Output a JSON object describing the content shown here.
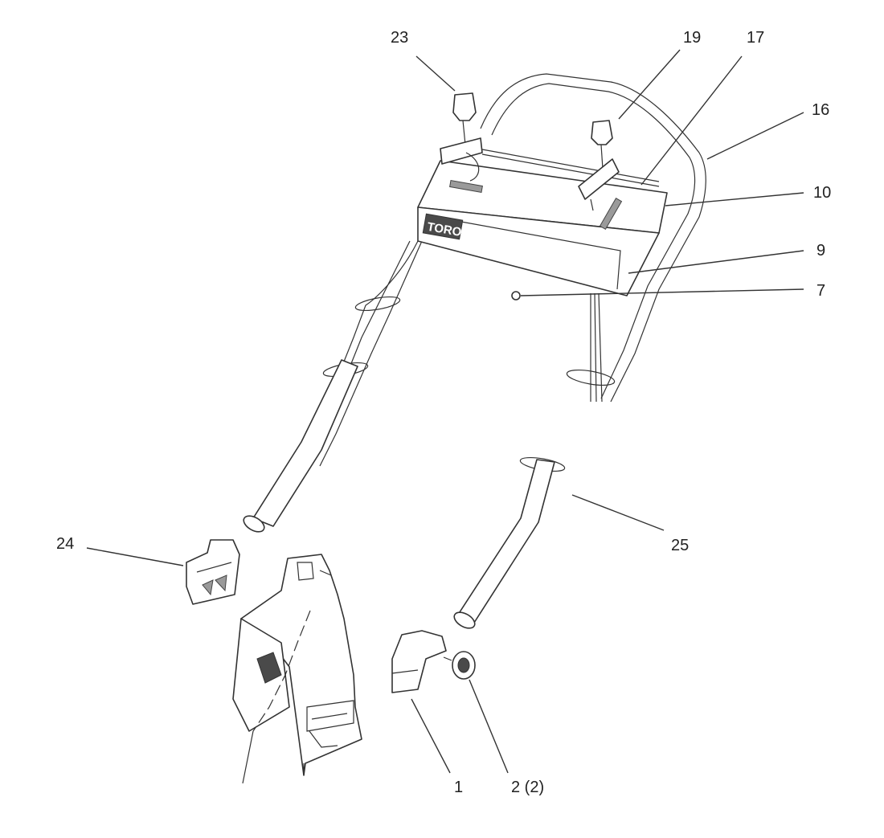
{
  "diagram": {
    "logo_text": "TORO",
    "callouts": [
      {
        "id": "c23",
        "label": "23"
      },
      {
        "id": "c19",
        "label": "19"
      },
      {
        "id": "c17",
        "label": "17"
      },
      {
        "id": "c16",
        "label": "16"
      },
      {
        "id": "c10",
        "label": "10"
      },
      {
        "id": "c9",
        "label": "9"
      },
      {
        "id": "c7",
        "label": "7"
      },
      {
        "id": "c24",
        "label": "24"
      },
      {
        "id": "c25",
        "label": "25"
      },
      {
        "id": "c1",
        "label": "1"
      },
      {
        "id": "c2",
        "label": "2 (2)"
      }
    ]
  }
}
